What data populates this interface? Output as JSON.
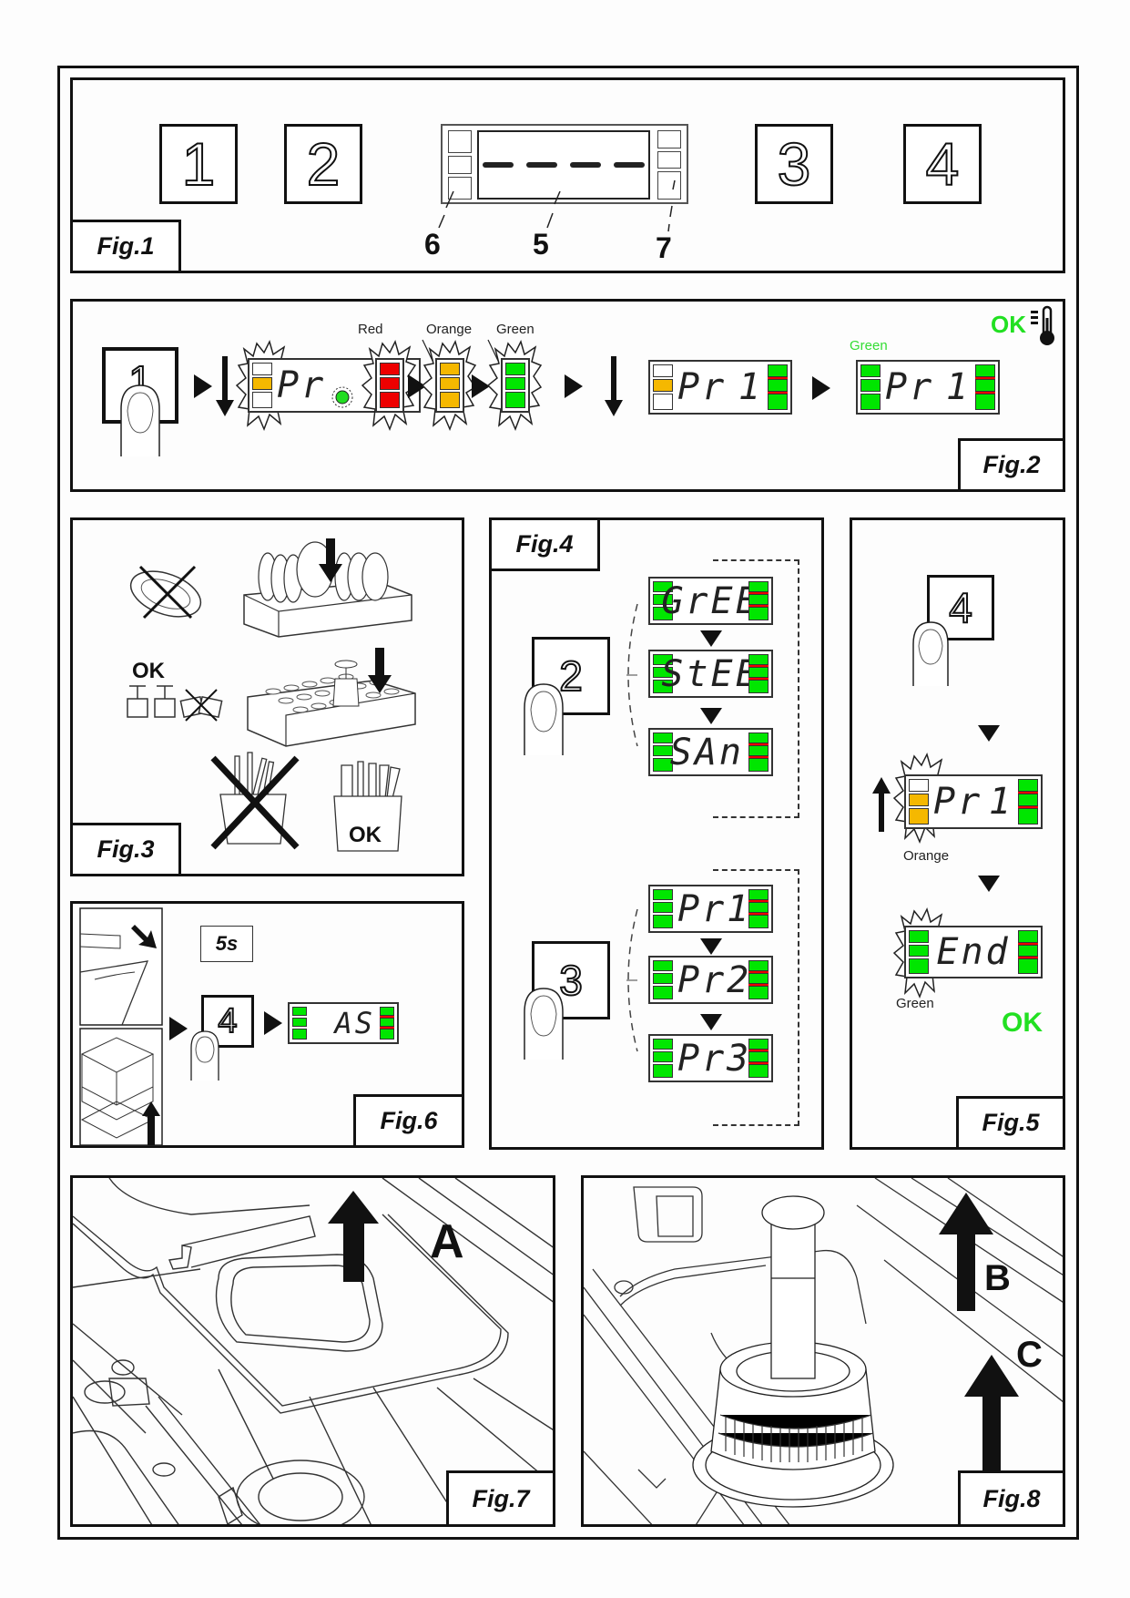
{
  "figures": {
    "fig1": {
      "label": "Fig.1",
      "keys": [
        "1",
        "2",
        "3",
        "4"
      ],
      "display_text": "- - - -",
      "callouts": [
        "6",
        "5",
        "7"
      ]
    },
    "fig2": {
      "label": "Fig.2",
      "key": "1",
      "caption_red": "Red",
      "caption_orange": "Orange",
      "caption_green": "Green",
      "caption_green_final": "Green",
      "display_prefix": "Pr",
      "display_program": "1",
      "ok_text": "OK",
      "thermometer_icon": "thermometer-icon",
      "colors": {
        "red": "#ee0000",
        "orange": "#f5b800",
        "green": "#00e600",
        "ok_green": "#22e022"
      }
    },
    "fig3": {
      "label": "Fig.3",
      "ok_glasses": "OK",
      "ok_cutlery": "OK"
    },
    "fig4": {
      "label": "Fig.4",
      "key_top": "2",
      "cycle_top": [
        "GrEE",
        "StEE",
        "SAn"
      ],
      "key_bottom": "3",
      "cycle_bottom": [
        {
          "prefix": "Pr",
          "num": "1"
        },
        {
          "prefix": "Pr",
          "num": "2"
        },
        {
          "prefix": "Pr",
          "num": "3"
        }
      ]
    },
    "fig5": {
      "label": "Fig.5",
      "key": "4",
      "display1_prefix": "Pr",
      "display1_num": "1",
      "caption_orange": "Orange",
      "display2_text": "End",
      "caption_green": "Green",
      "ok_text": "OK"
    },
    "fig6": {
      "label": "Fig.6",
      "timer": "5s",
      "key": "4",
      "display_text": "AS"
    },
    "fig7": {
      "label": "Fig.7",
      "arrow_label": "A"
    },
    "fig8": {
      "label": "Fig.8",
      "arrow_label_b": "B",
      "arrow_label_c": "C"
    }
  }
}
